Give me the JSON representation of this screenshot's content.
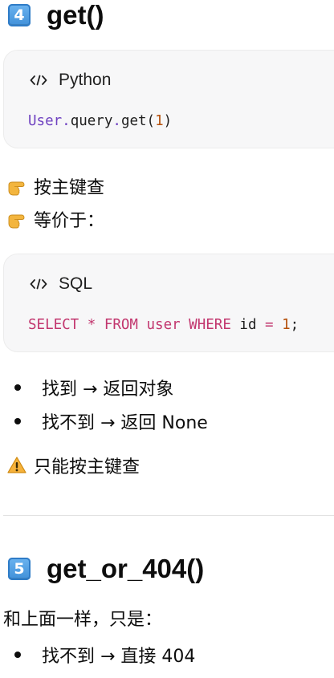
{
  "section4": {
    "number": "4",
    "title": "get()",
    "code": {
      "language": "Python",
      "tokens": {
        "cls": "User",
        "dot1": ".",
        "attr": "query",
        "dot2": ".",
        "method": "get(",
        "arg": "1",
        "close": ")"
      }
    },
    "notes": [
      "按主键查",
      "等价于："
    ],
    "sql": {
      "language": "SQL",
      "tokens": {
        "kw1": "SELECT * FROM user WHERE",
        "ident": " id ",
        "op": "=",
        "sp": " ",
        "num": "1",
        "semi": ";"
      }
    },
    "bullets": [
      "找到 → 返回对象",
      "找不到 → 返回 None"
    ],
    "warning": "只能按主键查"
  },
  "section5": {
    "number": "5",
    "title": "get_or_404()",
    "intro": "和上面一样，只是：",
    "bullets": [
      "找不到 → 直接 404"
    ]
  },
  "icons": {
    "pointer": "backhand-index-pointing-right-icon",
    "warning": "warning-icon",
    "code": "code-brackets-icon"
  },
  "colors": {
    "keycap": "#3f8fd8",
    "code_bg": "#f7f7f8",
    "keyword": "#c2366e",
    "class": "#6f42c1",
    "number": "#b5500b"
  }
}
